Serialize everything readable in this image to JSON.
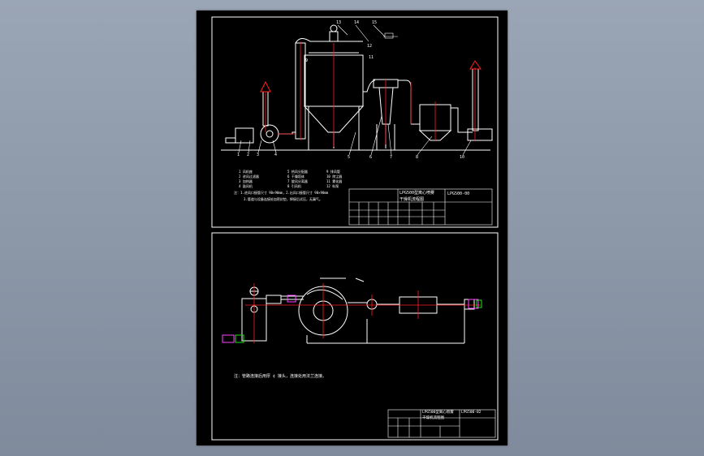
{
  "drawing": {
    "top_view_title_block": {
      "title_line1": "LPG500型离心喷雾",
      "title_line2": "干燥机流程图",
      "drawing_number": "LPG500-00"
    },
    "bottom_view_title_block": {
      "title_line1": "LPG500型离心喷雾",
      "title_line2": "干燥机流程图",
      "drawing_number": "LPG500-02"
    },
    "note_top": "注：1.进风口接管尺寸 90×90mm，2.出风口接管尺寸 90×90mm",
    "note_top_line2": "3.管道与设备连接处加密封垫，焊接后试压，无漏气。",
    "note_bottom": "注：管路连接后用厚 ¢ 接头，连接处用法兰连接。",
    "part_labels": [
      "1",
      "2",
      "3",
      "4",
      "5",
      "6",
      "7",
      "8",
      "9",
      "10",
      "11",
      "12",
      "13",
      "14",
      "15"
    ],
    "colors": {
      "sheet": "#000000",
      "frame": "#ffffff",
      "centerline": "#ff2020",
      "part_line": "#ffffff",
      "highlight": "#ff40ff",
      "accent_green": "#20e020"
    }
  }
}
